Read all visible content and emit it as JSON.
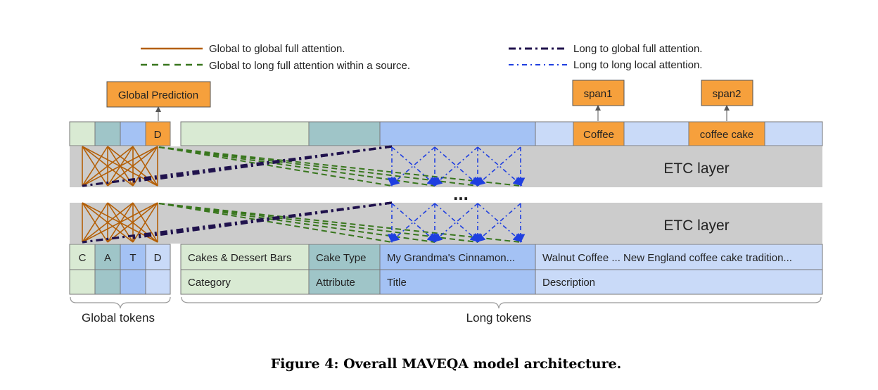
{
  "legend": {
    "global_to_global": "Global to global full attention.",
    "global_to_long": "Global to long full attention within a source.",
    "long_to_global": "Long to global full attention.",
    "long_to_long": "Long to long local attention."
  },
  "outputs": {
    "global_prediction": "Global Prediction",
    "span1": "span1",
    "span2": "span2"
  },
  "top_row": {
    "global_d": "D",
    "span1_token": "Coffee",
    "span2_token": "coffee cake"
  },
  "layers": {
    "label": "ETC layer",
    "ellipsis": "..."
  },
  "input": {
    "global_tokens": [
      "C",
      "A",
      "T",
      "D"
    ],
    "long_values": [
      "Cakes & Dessert Bars",
      "Cake Type",
      "My Grandma's Cinnamon...",
      "Walnut Coffee ... New England coffee cake tradition..."
    ],
    "long_sources": [
      "Category",
      "Attribute",
      "Title",
      "Description"
    ]
  },
  "braces": {
    "global": "Global tokens",
    "long": "Long tokens"
  },
  "caption": "Figure 4: Overall MAVEQA model architecture.",
  "colors": {
    "category": "#d9ead3",
    "attribute": "#9fc5c8",
    "title": "#a4c2f4",
    "description": "#c9daf8",
    "prediction": "#f6a03c",
    "layer": "#cccccc",
    "g2g": "#b45f06",
    "g2l": "#38761d",
    "l2g": "#20124d",
    "l2l": "#1f3fe0"
  }
}
